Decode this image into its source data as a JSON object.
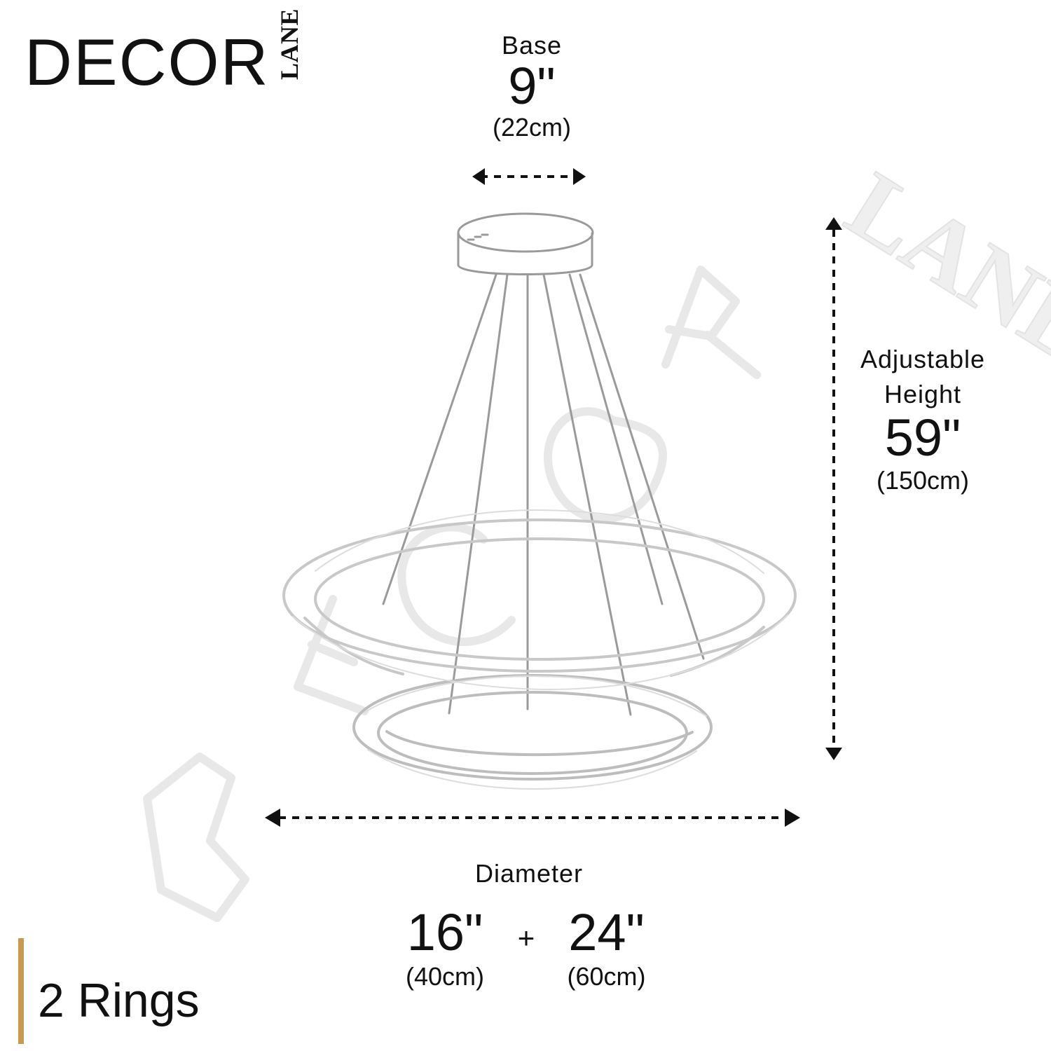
{
  "brand": {
    "main": "DECOR",
    "sub": "LANE"
  },
  "labels": {
    "base": {
      "title": "Base",
      "imperial": "9\"",
      "metric": "(22cm)"
    },
    "height": {
      "line1": "Adjustable",
      "line2": "Height",
      "imperial": "59\"",
      "metric": "(150cm)"
    },
    "diameter": {
      "title": "Diameter",
      "left_imperial": "16\"",
      "left_metric": "(40cm)",
      "separator": "+",
      "right_imperial": "24\"",
      "right_metric": "(60cm)"
    }
  },
  "footer": {
    "rings_label": "2 Rings"
  },
  "icons": {
    "arrow_left": "arrow-left-icon",
    "arrow_right": "arrow-right-icon",
    "arrow_up": "arrow-up-icon",
    "arrow_down": "arrow-down-icon"
  },
  "colors": {
    "text": "#111111",
    "accent": "#c79a4f",
    "watermark": "#e8e8e8"
  }
}
